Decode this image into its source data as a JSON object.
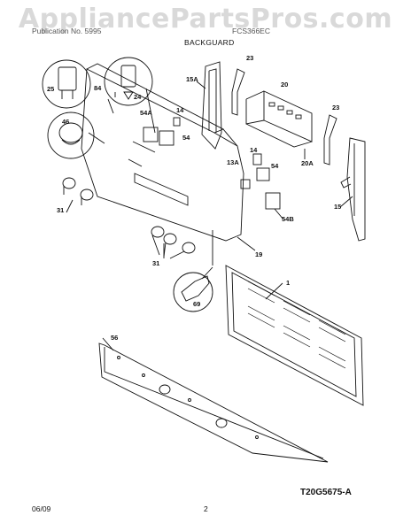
{
  "watermark": "AppliancePartsPros.com",
  "header": {
    "left": "Publication No. 5995",
    "right": "FCS366EC"
  },
  "section_title": "BACKGUARD",
  "diagram_code": "T20G5675-A",
  "footer": {
    "date": "06/09",
    "page": "2"
  },
  "part_labels": [
    "25",
    "84",
    "24",
    "46",
    "54A",
    "14",
    "54",
    "15A",
    "23",
    "20",
    "23",
    "13A",
    "14",
    "54",
    "54B",
    "15",
    "20A",
    "31",
    "31",
    "19",
    "1",
    "69",
    "56"
  ]
}
